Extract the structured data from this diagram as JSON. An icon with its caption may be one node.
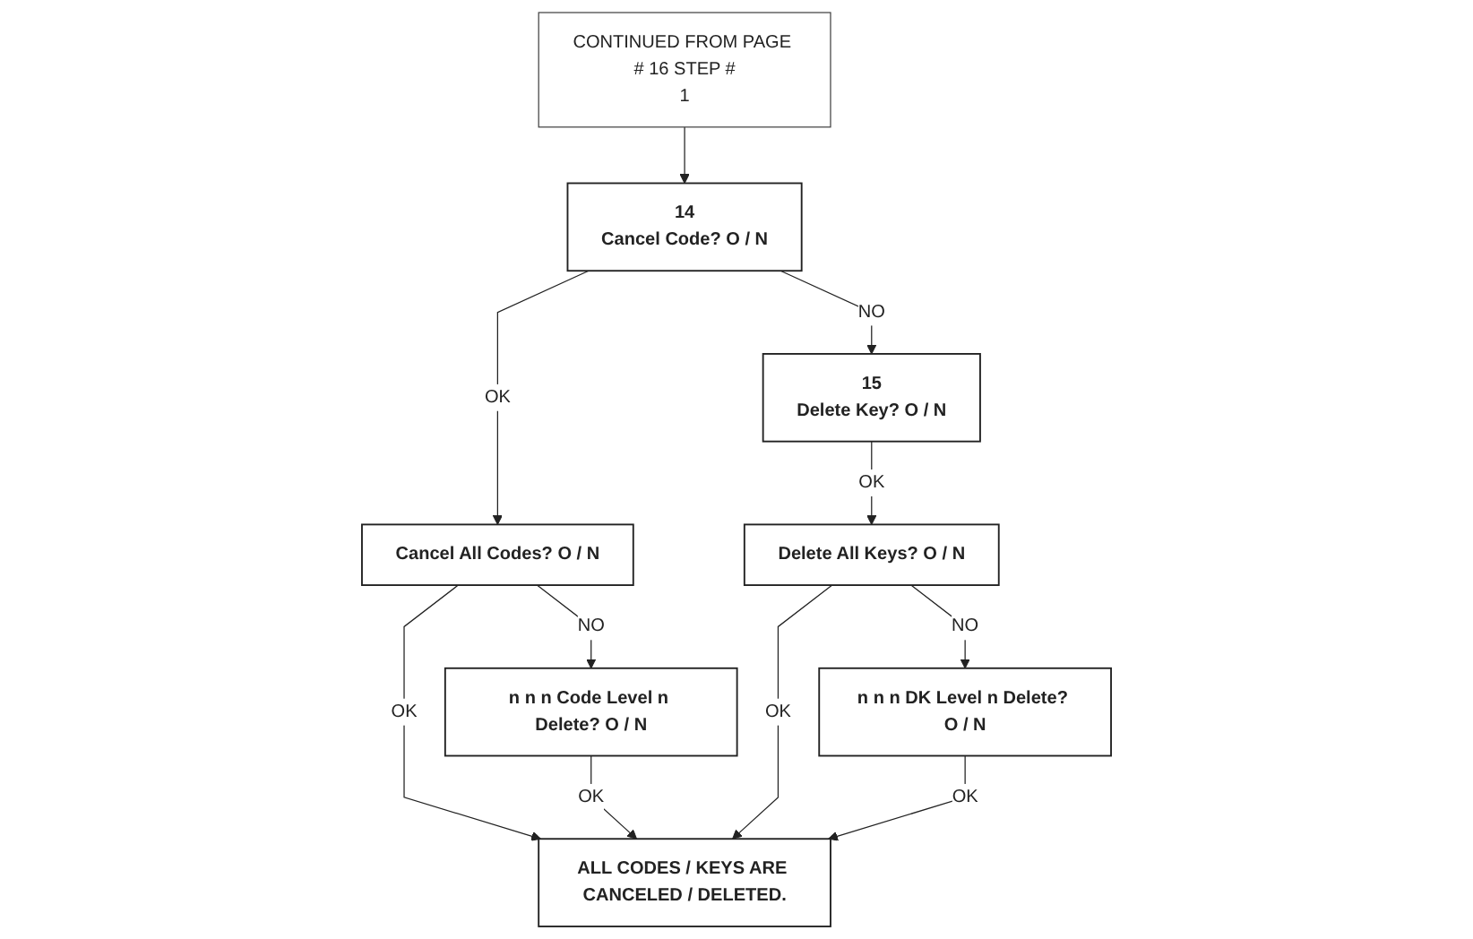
{
  "diagram": {
    "nodes": [
      {
        "text": [
          "CONTINUED FROM PAGE # 16 STEP #",
          "1"
        ]
      },
      {
        "text": [
          "14",
          "Cancel Code? O / N"
        ]
      },
      {
        "text": [
          "Cancel All Codes? O / N"
        ]
      },
      {
        "text": [
          "ALL CODES / KEYS ARE CANCELED / DELETED."
        ]
      },
      {
        "text": [
          "n n n Code Level n Delete? O / N"
        ]
      },
      {
        "text": [
          "15",
          "Delete Key? O / N"
        ]
      },
      {
        "text": [
          "Delete All Keys? O / N"
        ]
      },
      {
        "text": [
          "n n n DK Level n Delete? O / N"
        ]
      }
    ],
    "edges": [
      {
        "from": 0,
        "to": 1,
        "arrow": "to"
      },
      {
        "from": 1,
        "to": 2,
        "label": "OK",
        "arrow": "to"
      },
      {
        "from": 2,
        "to": 3,
        "label": "OK",
        "arrow": "to"
      },
      {
        "from": 2,
        "to": 4,
        "label": "NO",
        "arrow": "to"
      },
      {
        "from": 4,
        "to": 3,
        "label": "OK",
        "arrow": "to"
      },
      {
        "from": 1,
        "to": 5,
        "label": "NO",
        "arrow": "to"
      },
      {
        "from": 5,
        "to": 6,
        "label": "OK",
        "arrow": "to"
      },
      {
        "from": 6,
        "to": 3,
        "label": "OK",
        "arrow": "to"
      },
      {
        "from": 6,
        "to": 7,
        "label": "NO",
        "arrow": "to"
      },
      {
        "from": 7,
        "to": 3,
        "label": "OK",
        "arrow": "to"
      }
    ]
  }
}
